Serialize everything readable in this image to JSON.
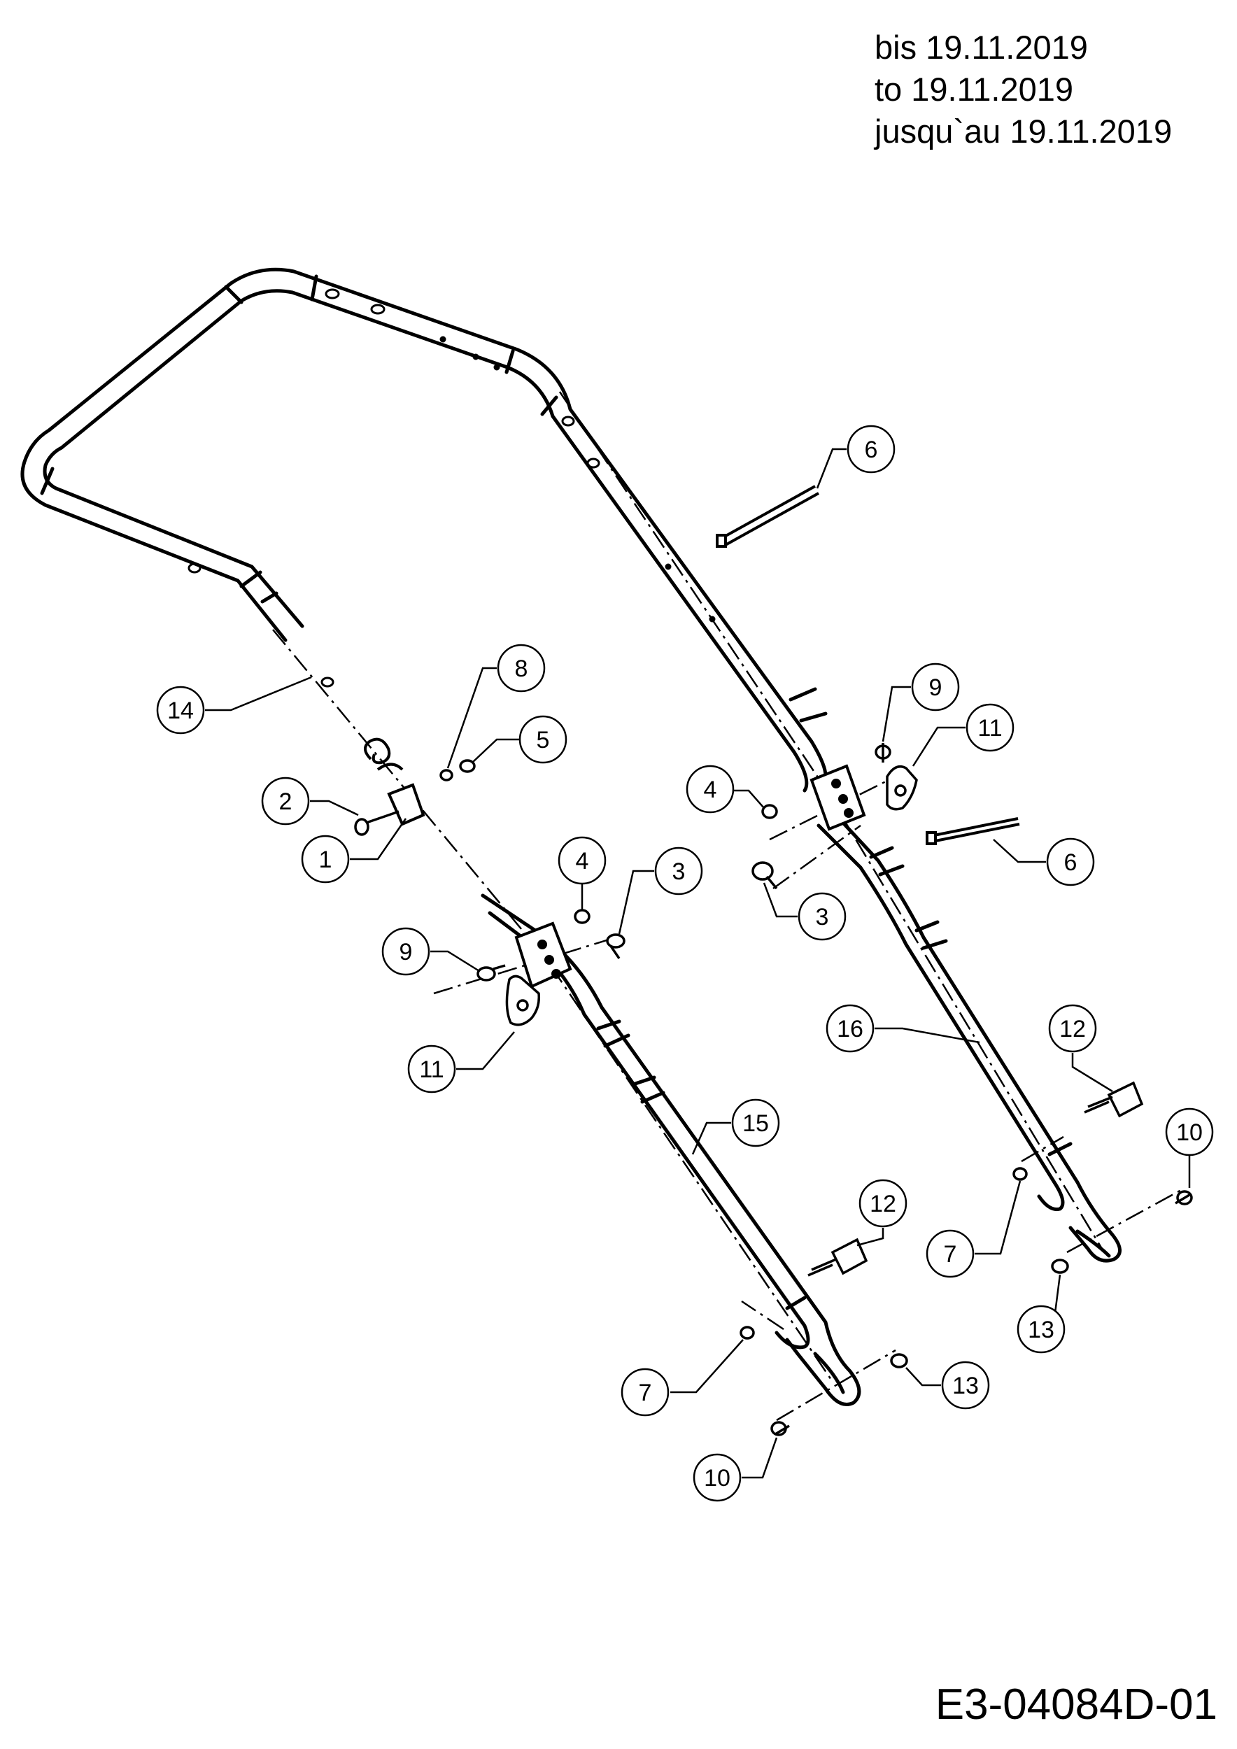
{
  "header": {
    "lines": [
      "bis 19.11.2019",
      "to 19.11.2019",
      "jusqu`au 19.11.2019"
    ]
  },
  "footer": {
    "drawing_code": "E3-04084D-01"
  },
  "colors": {
    "ink": "#000000",
    "background": "#ffffff"
  },
  "diagram": {
    "type": "exploded-parts-view",
    "callouts": [
      "1",
      "2",
      "3",
      "3",
      "4",
      "4",
      "5",
      "6",
      "6",
      "7",
      "7",
      "8",
      "9",
      "9",
      "10",
      "10",
      "11",
      "11",
      "12",
      "12",
      "13",
      "13",
      "14",
      "15",
      "16"
    ]
  }
}
